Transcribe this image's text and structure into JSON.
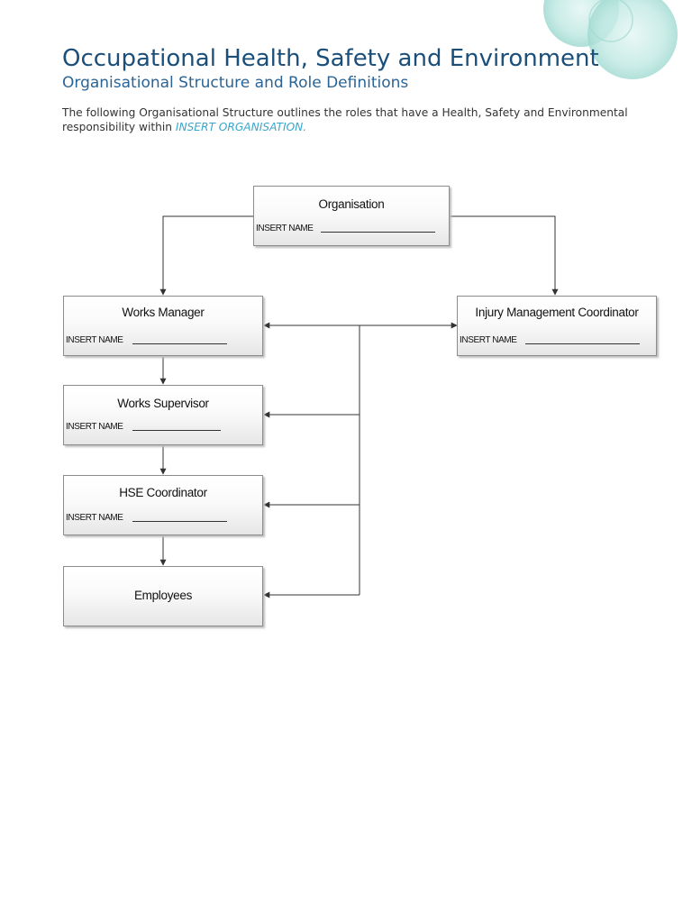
{
  "header": {
    "title": "Occupational Health, Safety and Environment",
    "subtitle": "Organisational Structure and Role Definitions"
  },
  "intro": {
    "text_before": "The following Organisational Structure outlines the roles that have a Health, Safety and Environmental responsibility within ",
    "placeholder": "INSERT ORGANISATION."
  },
  "org_chart": {
    "organisation": {
      "role": "Organisation",
      "field_label": "INSERT NAME"
    },
    "works_manager": {
      "role": "Works Manager",
      "field_label": "INSERT NAME"
    },
    "injury_management_coordinator": {
      "role": "Injury Management Coordinator",
      "field_label": "INSERT NAME"
    },
    "works_supervisor": {
      "role": "Works Supervisor",
      "field_label": "INSERT NAME"
    },
    "hse_coordinator": {
      "role": "HSE Coordinator",
      "field_label": "INSERT NAME"
    },
    "employees": {
      "role": "Employees"
    }
  },
  "colors": {
    "title": "#1b4f7a",
    "subtitle": "#2a6496",
    "placeholder": "#3aa6c8",
    "decoration": "#a8ddd7"
  }
}
